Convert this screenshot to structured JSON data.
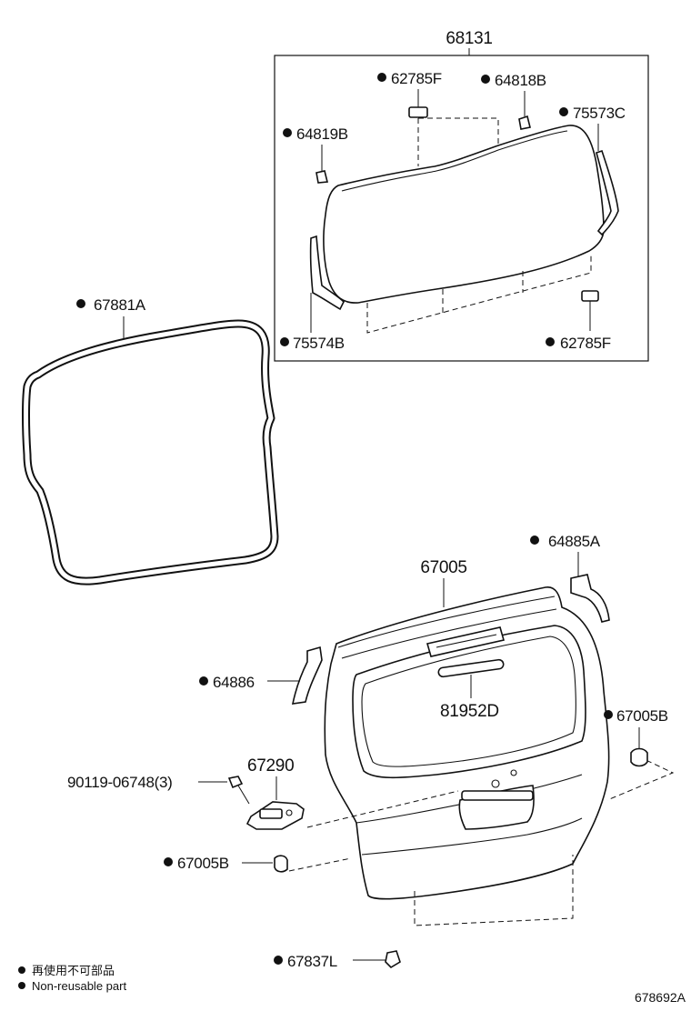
{
  "diagram": {
    "callouts": {
      "assembly_68131": "68131",
      "p62785F_top": "62785F",
      "p64818B": "64818B",
      "p75573C": "75573C",
      "p64819B": "64819B",
      "p75574B": "75574B",
      "p62785F_bottom": "62785F",
      "p67881A": "67881A",
      "p64885A": "64885A",
      "p67005": "67005",
      "p64886": "64886",
      "p81952D": "81952D",
      "p67005B_right": "67005B",
      "p67290": "67290",
      "p90119": "90119-06748(3)",
      "p67005B_left": "67005B",
      "p67837L": "67837L"
    },
    "legend": {
      "line1": "再使用不可部品",
      "line2": "Non-reusable part"
    },
    "figure_code": "678692A"
  }
}
